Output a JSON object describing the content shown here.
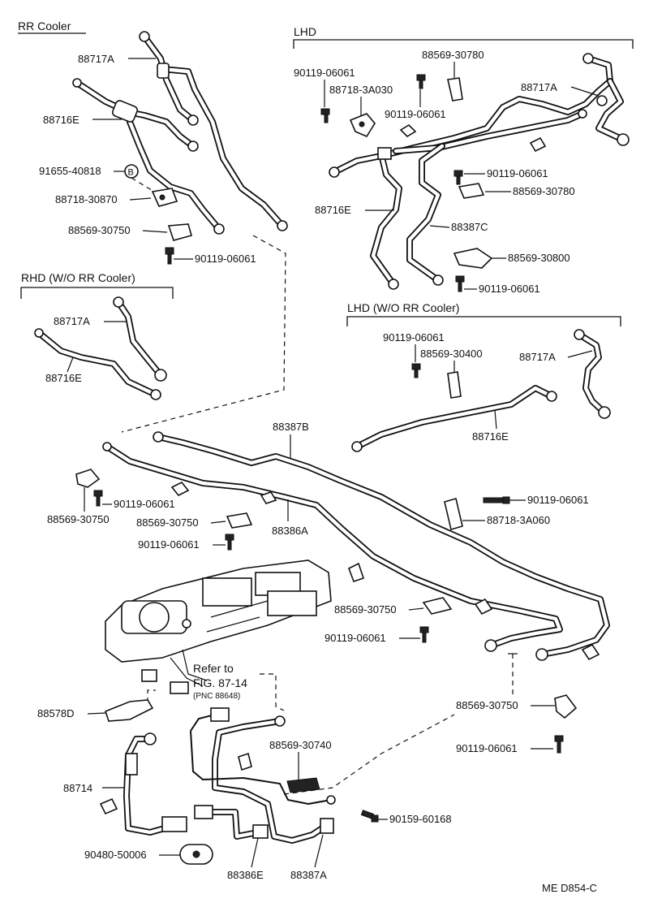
{
  "sections": {
    "rr_cooler": "RR Cooler",
    "lhd": "LHD",
    "rhd_wo": "RHD (W/O RR Cooler)",
    "lhd_wo": "LHD (W/O RR Cooler)"
  },
  "labels": {
    "rr_88717a": "88717A",
    "rr_88716e": "88716E",
    "rr_91655": "91655-40818",
    "rr_marker_b": "B",
    "rr_88718_30870": "88718-30870",
    "rr_88569_30750": "88569-30750",
    "rr_90119": "90119-06061",
    "lhd_90119_a": "90119-06061",
    "lhd_88718_3a030": "88718-3A030",
    "lhd_88569_30780_top": "88569-30780",
    "lhd_90119_b": "90119-06061",
    "lhd_88717a": "88717A",
    "lhd_90119_c": "90119-06061",
    "lhd_88569_30780": "88569-30780",
    "lhd_88716e": "88716E",
    "lhd_88387c": "88387C",
    "lhd_88569_30800": "88569-30800",
    "lhd_90119_d": "90119-06061",
    "rhd_88717a": "88717A",
    "rhd_88716e": "88716E",
    "lhdwo_90119": "90119-06061",
    "lhdwo_88569_30400": "88569-30400",
    "lhdwo_88717a": "88717A",
    "lhdwo_88716e": "88716E",
    "m_88387b": "88387B",
    "m_88569_30750_a": "88569-30750",
    "m_90119_a": "90119-06061",
    "m_88569_30750_b": "88569-30750",
    "m_88386a": "88386A",
    "m_90119_b": "90119-06061",
    "m_90119_right": "90119-06061",
    "m_88718_3a060": "88718-3A060",
    "m_88569_30750_c": "88569-30750",
    "m_90119_c": "90119-06061",
    "m_refer_to": "Refer to",
    "m_fig": "FIG. 87-14",
    "m_pnc": "(PNC 88648)",
    "m_88578d": "88578D",
    "m_88569_30750_d": "88569-30750",
    "m_90119_d": "90119-06061",
    "m_88569_30740": "88569-30740",
    "m_88714": "88714",
    "m_90159": "90159-60168",
    "m_90480": "90480-50006",
    "m_88386e": "88386E",
    "m_88387a": "88387A",
    "footer_code": "ME  D854-C"
  }
}
